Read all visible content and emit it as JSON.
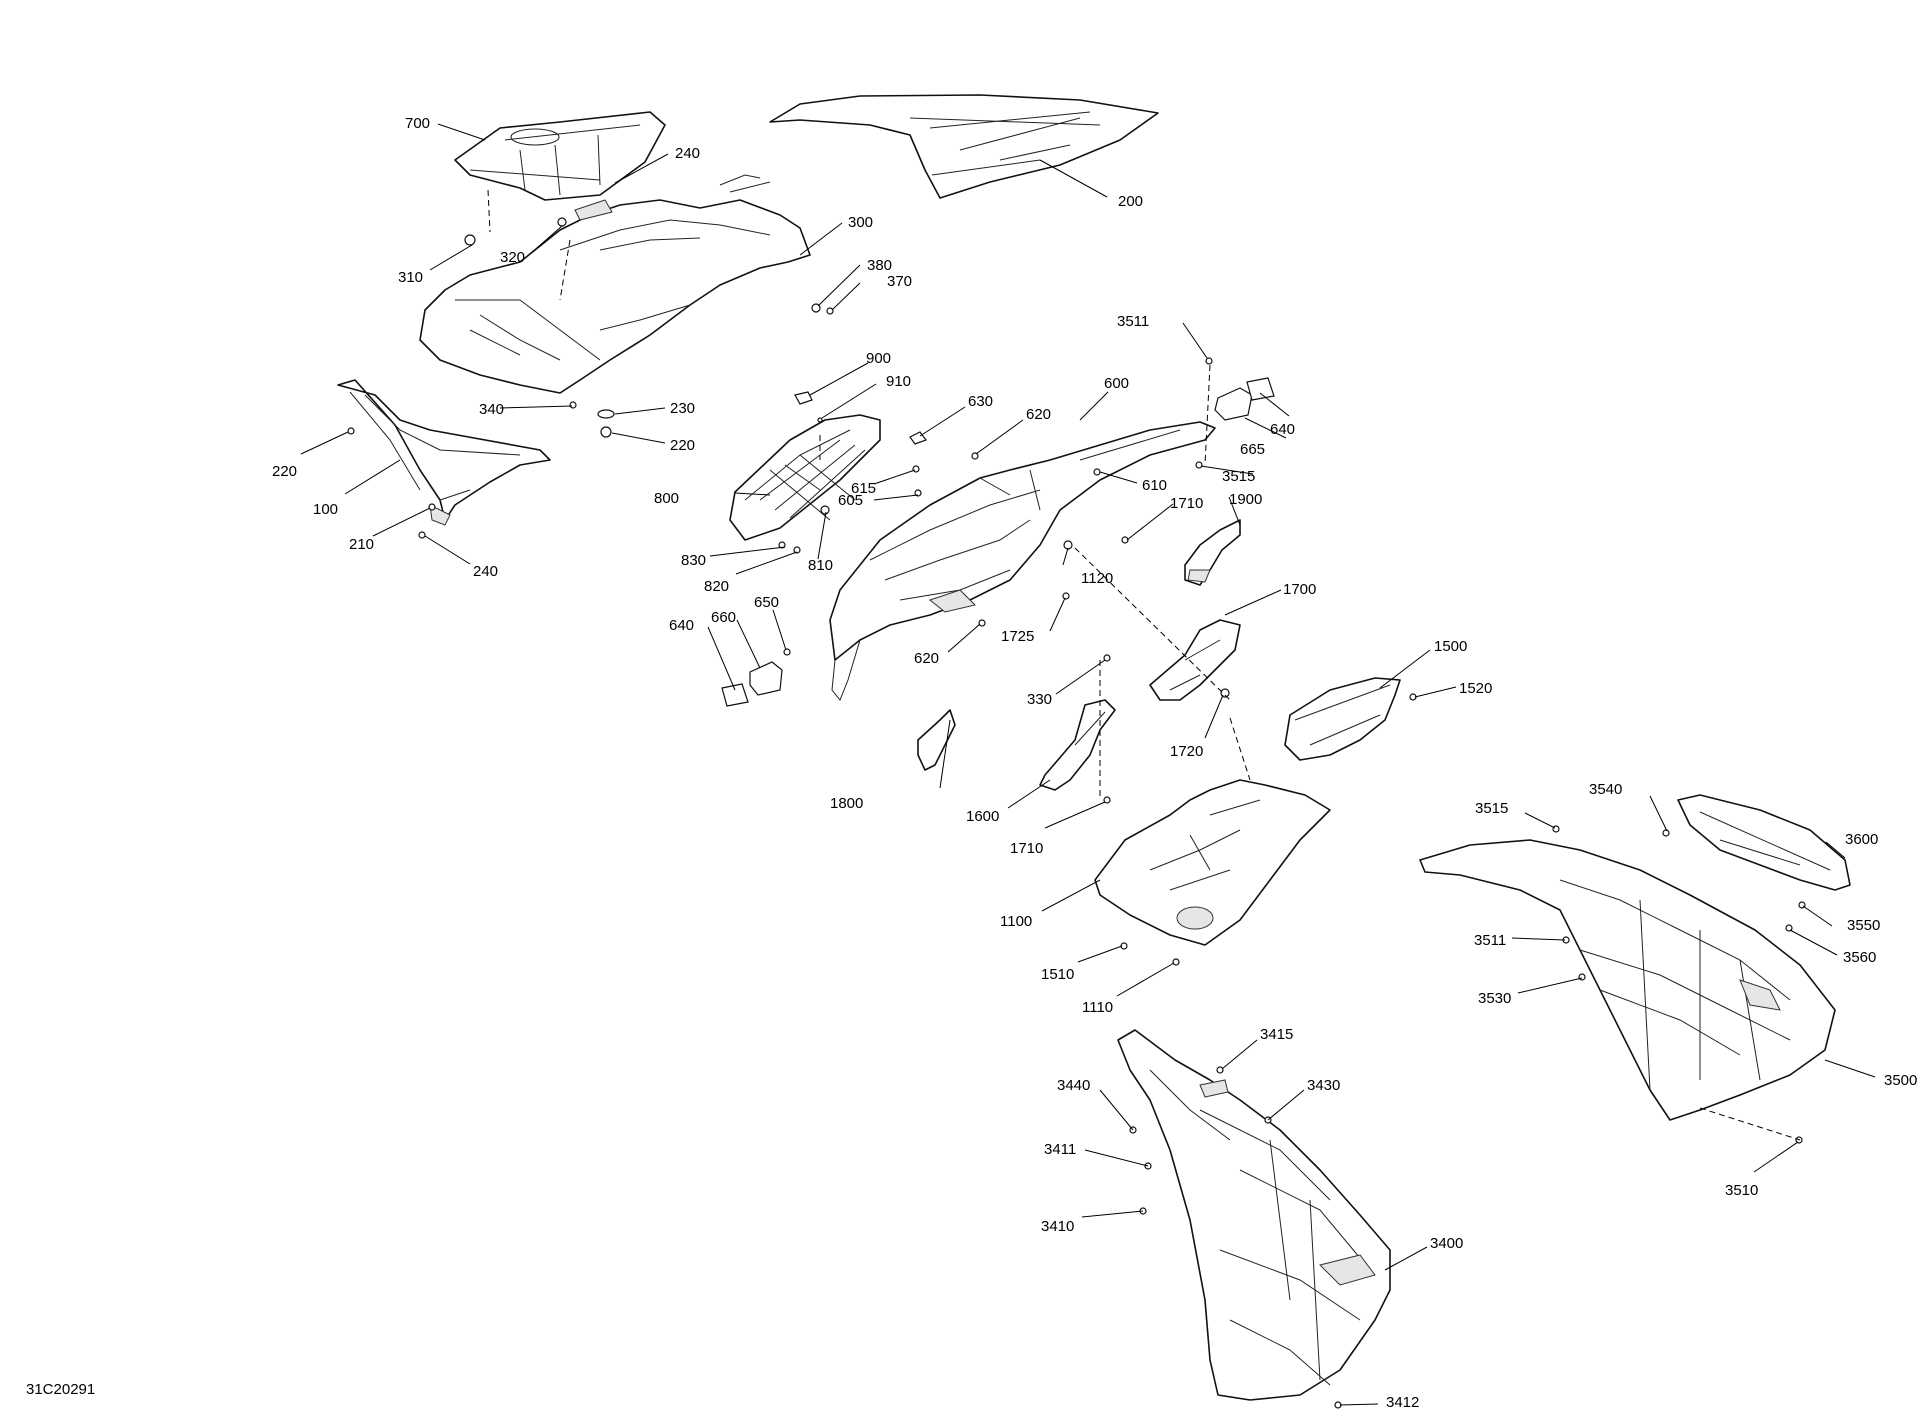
{
  "drawing_ref": "31C20291",
  "callouts": [
    {
      "id": "c700",
      "text": "700"
    },
    {
      "id": "c240a",
      "text": "240"
    },
    {
      "id": "c300",
      "text": "300"
    },
    {
      "id": "c320",
      "text": "320"
    },
    {
      "id": "c310",
      "text": "310"
    },
    {
      "id": "c380",
      "text": "380"
    },
    {
      "id": "c370",
      "text": "370"
    },
    {
      "id": "c200",
      "text": "200"
    },
    {
      "id": "c340",
      "text": "340"
    },
    {
      "id": "c230",
      "text": "230"
    },
    {
      "id": "c220a",
      "text": "220"
    },
    {
      "id": "c220b",
      "text": "220"
    },
    {
      "id": "c100",
      "text": "100"
    },
    {
      "id": "c210",
      "text": "210"
    },
    {
      "id": "c240b",
      "text": "240"
    },
    {
      "id": "c900",
      "text": "900"
    },
    {
      "id": "c910",
      "text": "910"
    },
    {
      "id": "c630",
      "text": "630"
    },
    {
      "id": "c620a",
      "text": "620"
    },
    {
      "id": "c600",
      "text": "600"
    },
    {
      "id": "c3511a",
      "text": "3511"
    },
    {
      "id": "c640a",
      "text": "640"
    },
    {
      "id": "c665",
      "text": "665"
    },
    {
      "id": "c3515a",
      "text": "3515"
    },
    {
      "id": "c800",
      "text": "800"
    },
    {
      "id": "c605",
      "text": "605"
    },
    {
      "id": "c615",
      "text": "615"
    },
    {
      "id": "c610",
      "text": "610"
    },
    {
      "id": "c1710a",
      "text": "1710"
    },
    {
      "id": "c1900",
      "text": "1900"
    },
    {
      "id": "c830",
      "text": "830"
    },
    {
      "id": "c810",
      "text": "810"
    },
    {
      "id": "c820",
      "text": "820"
    },
    {
      "id": "c1120",
      "text": "1120"
    },
    {
      "id": "c640b",
      "text": "640"
    },
    {
      "id": "c660",
      "text": "660"
    },
    {
      "id": "c650",
      "text": "650"
    },
    {
      "id": "c1725",
      "text": "1725"
    },
    {
      "id": "c620b",
      "text": "620"
    },
    {
      "id": "c1700",
      "text": "1700"
    },
    {
      "id": "c1500",
      "text": "1500"
    },
    {
      "id": "c1520",
      "text": "1520"
    },
    {
      "id": "c330",
      "text": "330"
    },
    {
      "id": "c1720",
      "text": "1720"
    },
    {
      "id": "c1800",
      "text": "1800"
    },
    {
      "id": "c1600",
      "text": "1600"
    },
    {
      "id": "c1710b",
      "text": "1710"
    },
    {
      "id": "c1100",
      "text": "1100"
    },
    {
      "id": "c1510",
      "text": "1510"
    },
    {
      "id": "c1110",
      "text": "1110"
    },
    {
      "id": "c3515b",
      "text": "3515"
    },
    {
      "id": "c3540",
      "text": "3540"
    },
    {
      "id": "c3600",
      "text": "3600"
    },
    {
      "id": "c3550",
      "text": "3550"
    },
    {
      "id": "c3560",
      "text": "3560"
    },
    {
      "id": "c3511b",
      "text": "3511"
    },
    {
      "id": "c3530",
      "text": "3530"
    },
    {
      "id": "c3500",
      "text": "3500"
    },
    {
      "id": "c3510",
      "text": "3510"
    },
    {
      "id": "c3415",
      "text": "3415"
    },
    {
      "id": "c3440",
      "text": "3440"
    },
    {
      "id": "c3430",
      "text": "3430"
    },
    {
      "id": "c3411",
      "text": "3411"
    },
    {
      "id": "c3410",
      "text": "3410"
    },
    {
      "id": "c3400",
      "text": "3400"
    },
    {
      "id": "c3412",
      "text": "3412"
    }
  ]
}
